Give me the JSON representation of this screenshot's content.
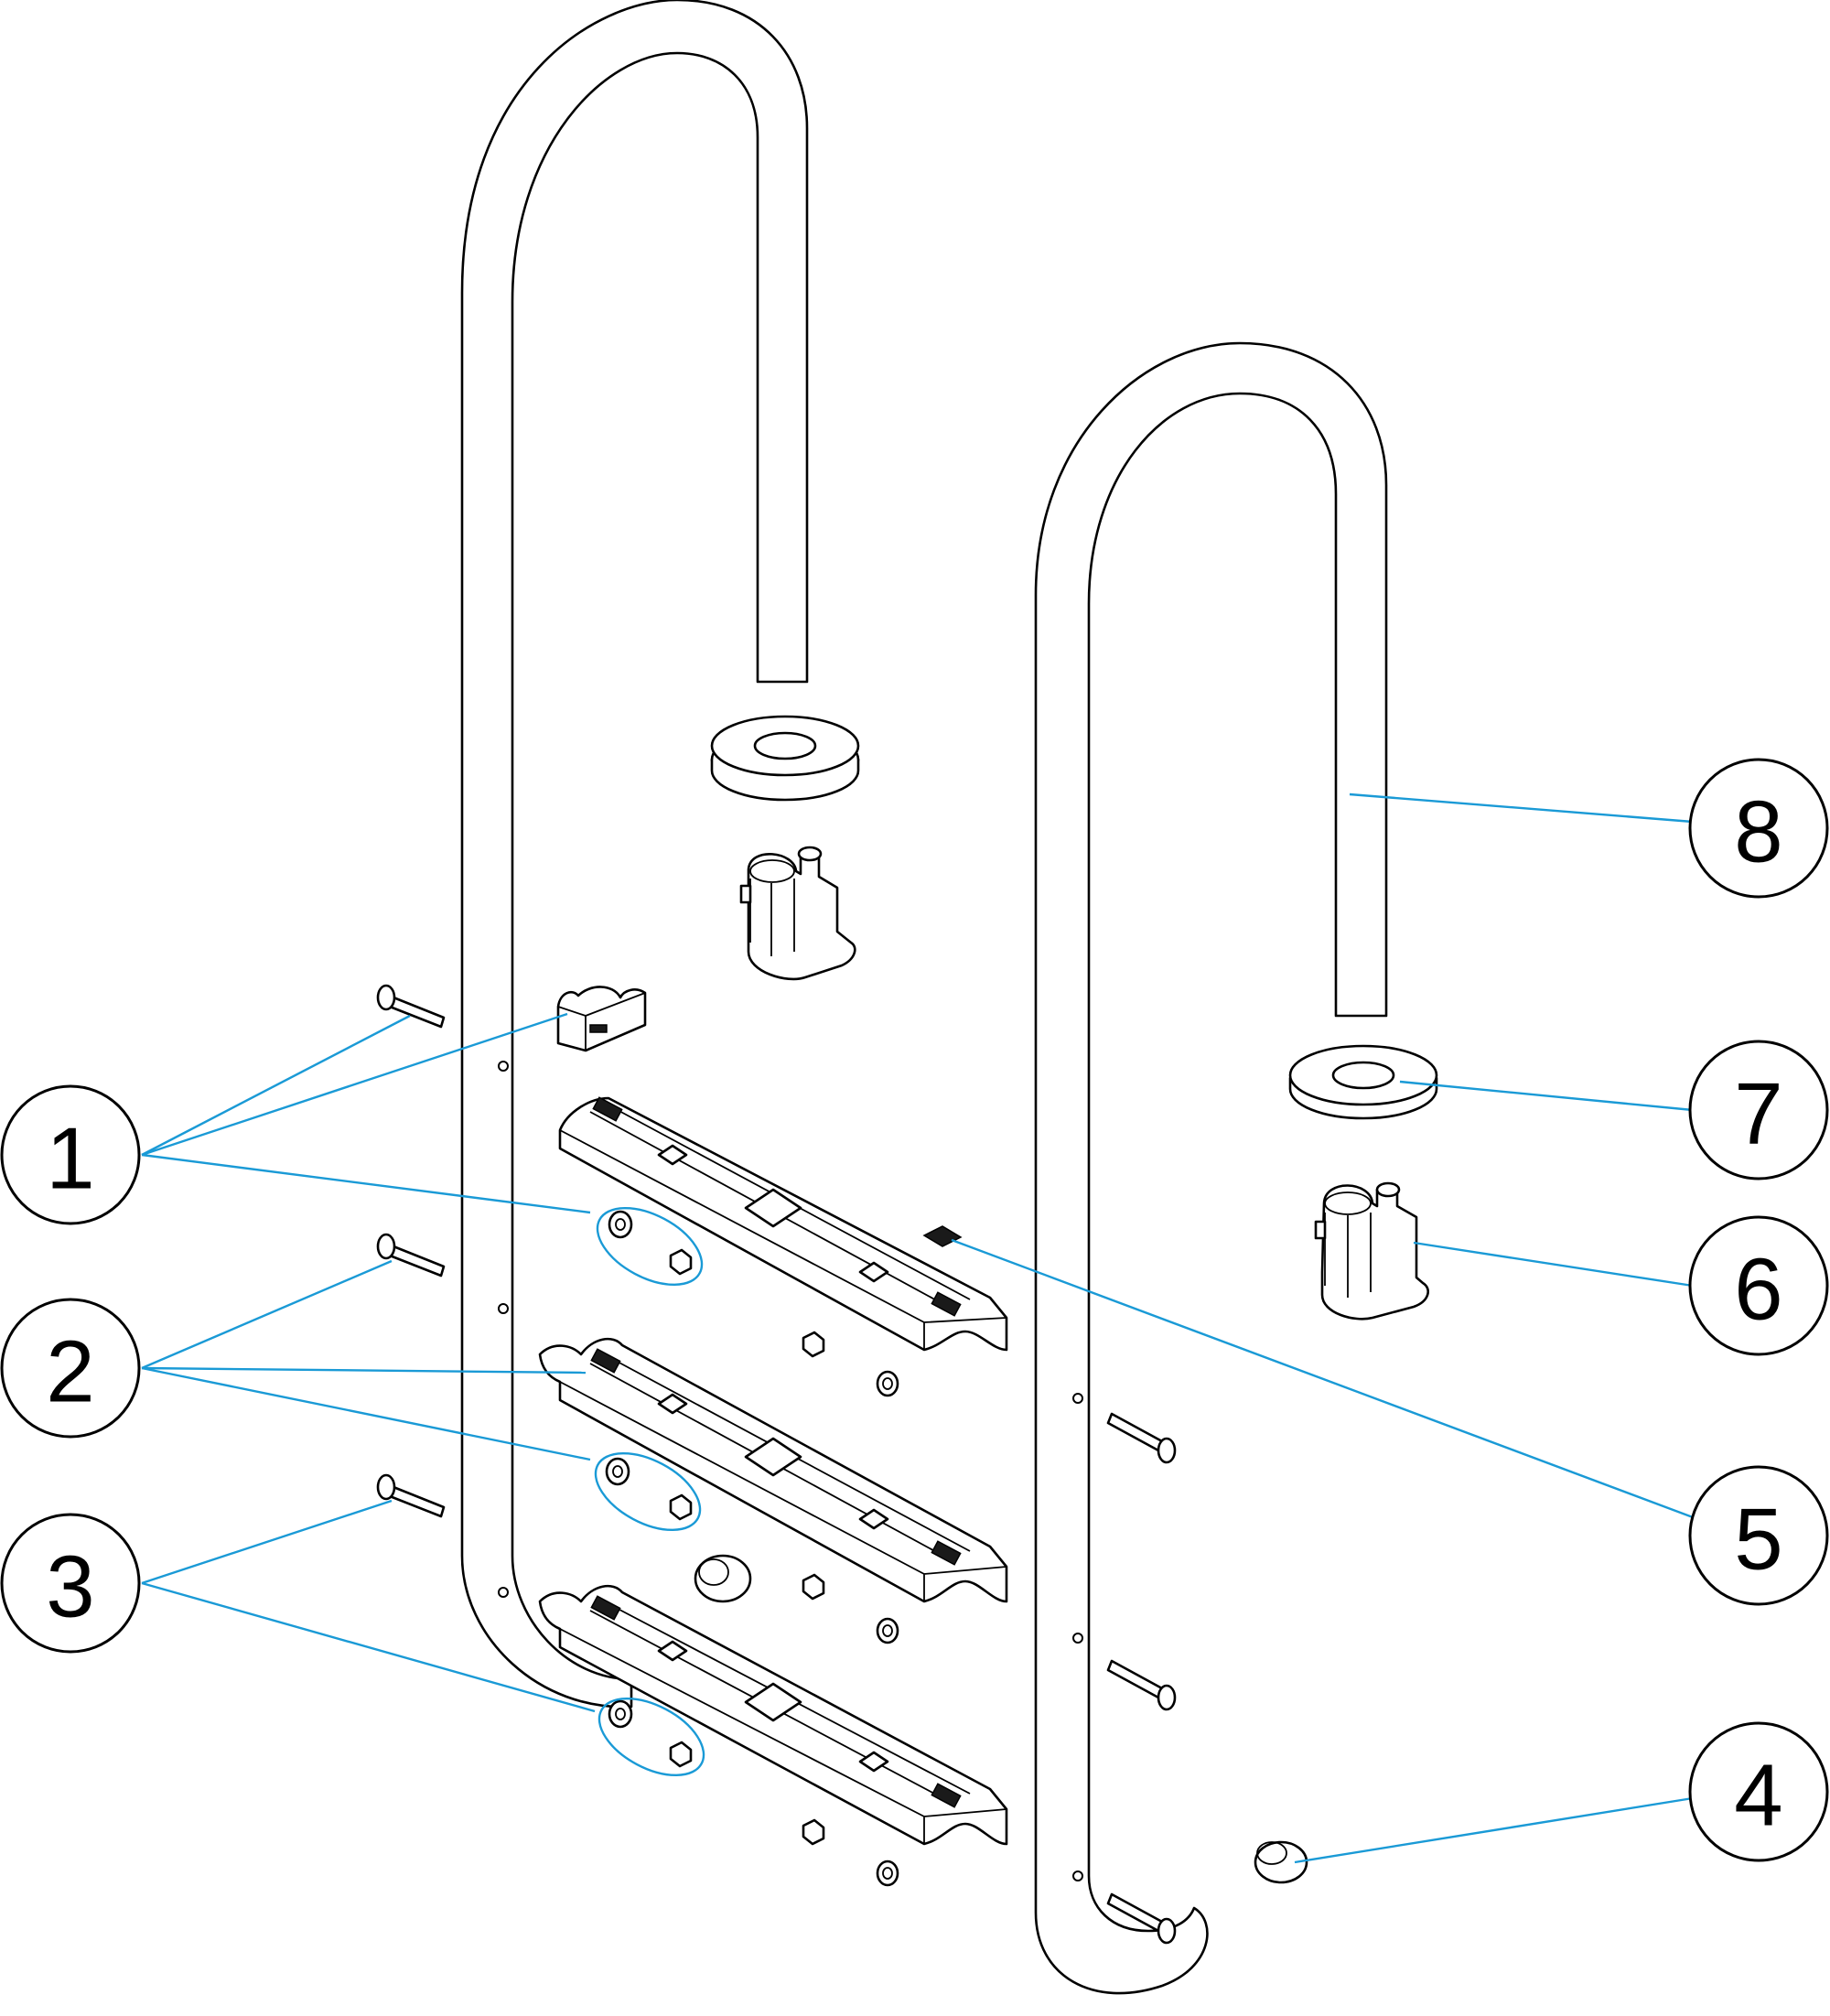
{
  "colors": {
    "leader": "#1a9ad6",
    "line": "#000000",
    "background": "#ffffff"
  },
  "callouts": [
    {
      "label": "1"
    },
    {
      "label": "2"
    },
    {
      "label": "3"
    },
    {
      "label": "4"
    },
    {
      "label": "5"
    },
    {
      "label": "6"
    },
    {
      "label": "7"
    },
    {
      "label": "8"
    }
  ]
}
